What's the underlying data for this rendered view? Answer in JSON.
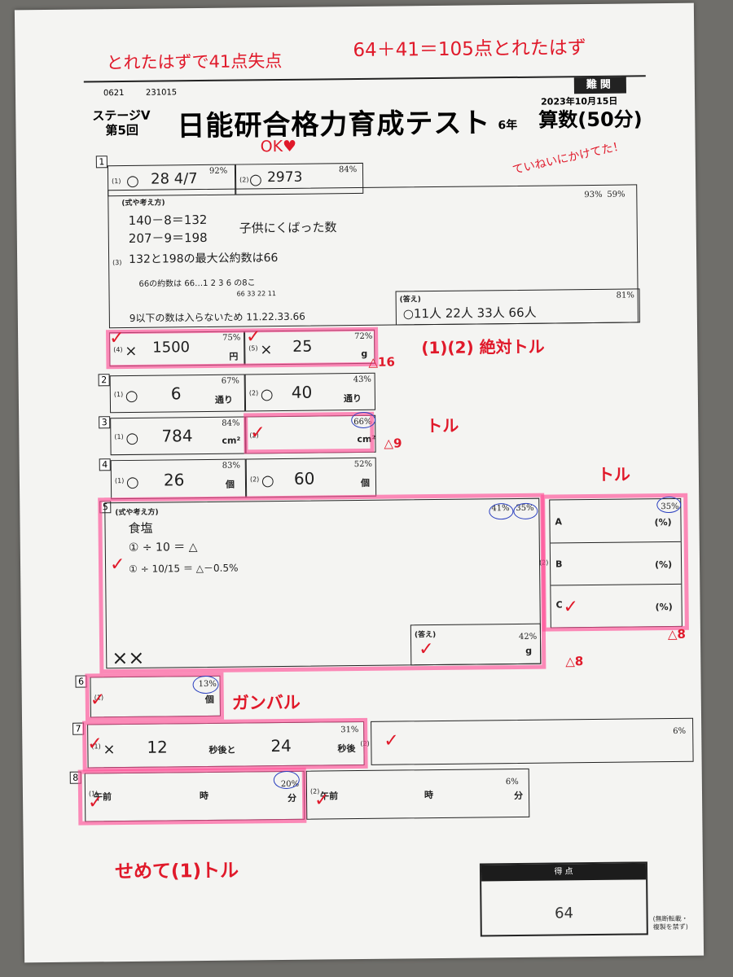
{
  "header": {
    "annotation_left": "とれたはずで41点失点",
    "annotation_right": "64＋41＝105点とれたはず",
    "code_left": "0621",
    "code_right": "231015",
    "level": "難関",
    "date": "2023年10月15日",
    "stage": "ステージV",
    "round": "第5回",
    "title": "日能研合格力育成テスト",
    "grade": "6年",
    "subject": "算数(50分)"
  },
  "q1": {
    "num": "1",
    "p1": {
      "sub": "(1)",
      "mark": "○",
      "answer": "28 4/7",
      "pct": "92%"
    },
    "p2": {
      "sub": "(2)",
      "mark": "○",
      "answer": "2973",
      "pct": "84%"
    },
    "ok_note": "OK♥",
    "teinei_note": "ていねいにかけてた！",
    "p3": {
      "sub": "(3)",
      "work_label": "(式や考え方)",
      "pct_a": "93%",
      "pct_b": "59%",
      "lines": [
        "140－8＝132",
        "207－9＝198",
        "子供にくばった数",
        "132と198の最大公約数は66",
        "66の約数は 66…1 2 3 6 の8こ",
        "66 33 22 11",
        "9以下の数は入らないため 11.22.33.66"
      ],
      "answer_label": "(答え)",
      "answer_pct": "81%",
      "answer": "○11人 22人 33人 66人"
    },
    "p4": {
      "sub": "(4)",
      "mark": "×",
      "answer": "1500",
      "unit": "円",
      "pct": "75%"
    },
    "p5": {
      "sub": "(5)",
      "mark": "×",
      "answer": "25",
      "unit": "g",
      "pct": "72%"
    },
    "note_must": "(1)(2) 絶対トル",
    "delta": "△16"
  },
  "q2": {
    "num": "2",
    "p1": {
      "sub": "(1)",
      "mark": "○",
      "answer": "6",
      "unit": "通り",
      "pct": "67%"
    },
    "p2": {
      "sub": "(2)",
      "mark": "○",
      "answer": "40",
      "unit": "通り",
      "pct": "43%"
    }
  },
  "q3": {
    "num": "3",
    "p1": {
      "sub": "(1)",
      "mark": "○",
      "answer": "784",
      "unit": "cm²",
      "pct": "84%"
    },
    "p2": {
      "sub": "(2)",
      "unit": "cm²",
      "pct": "66%"
    },
    "note": "トル",
    "delta": "△9"
  },
  "q4": {
    "num": "4",
    "p1": {
      "sub": "(1)",
      "mark": "○",
      "answer": "26",
      "unit": "個",
      "pct": "83%"
    },
    "p2": {
      "sub": "(2)",
      "mark": "○",
      "answer": "60",
      "unit": "個",
      "pct": "52%"
    }
  },
  "q5": {
    "num": "5",
    "work_label": "(式や考え方)",
    "pct_a": "41%",
    "pct_b": "35%",
    "lines": [
      "食塩",
      "① ÷ 10 ＝ △",
      "① ÷ 10/15 ＝ △－0.5%"
    ],
    "xx": "××",
    "answer_label": "(答え)",
    "answer_pct": "42%",
    "answer_unit": "g",
    "delta": "△8",
    "p2": {
      "sub": "(2)",
      "pct": "35%",
      "rows": [
        {
          "label": "A",
          "unit": "(%)"
        },
        {
          "label": "B",
          "unit": "(%)"
        },
        {
          "label": "C",
          "unit": "(%)"
        }
      ]
    },
    "p2_note": "トル",
    "p2_delta": "△8"
  },
  "q6": {
    "num": "6",
    "sub": "(1)",
    "unit": "個",
    "pct": "13%",
    "note": "ガンバル"
  },
  "q7": {
    "num": "7",
    "p1": {
      "sub": "(1)",
      "mark": "×",
      "a": "12",
      "u1": "秒後と",
      "b": "24",
      "u2": "秒後",
      "pct": "31%"
    },
    "p2": {
      "sub": "(2)",
      "pct": "6%"
    }
  },
  "q8": {
    "num": "8",
    "p1": {
      "sub": "(1)",
      "pre": "午前",
      "mid": "時",
      "unit": "分",
      "pct": "20%"
    },
    "p2": {
      "sub": "(2)",
      "pre": "午前",
      "mid": "時",
      "unit": "分",
      "pct": "6%"
    }
  },
  "footer_note": "せめて(1)トル",
  "score": {
    "label": "得 点",
    "value": "64",
    "side": "(無断転載・複製を禁ず)"
  }
}
